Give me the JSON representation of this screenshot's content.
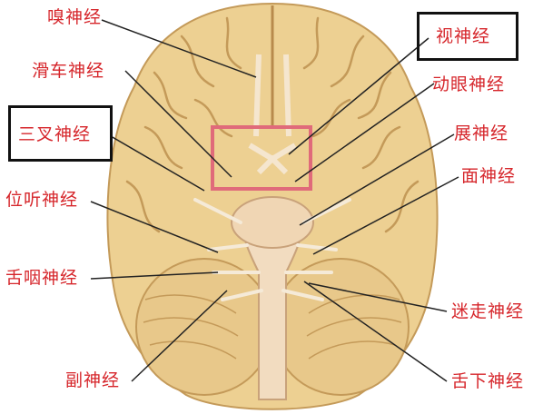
{
  "colors": {
    "label": "#d6262b",
    "leader_line": "#222222",
    "frame": "#111111",
    "highlight": "#e06a7a",
    "brain_fill": "#edd092",
    "brain_shadow": "#d8b877",
    "sulcus": "#c49a59",
    "cerebellum": "#e8c88a",
    "stem": "#f2dcc0"
  },
  "labels": {
    "olfactory": "嗅神经",
    "optic": "视神经",
    "trochlear": "滑车神经",
    "oculomotor": "动眼神经",
    "trigeminal": "三叉神经",
    "abducens": "展神经",
    "vestibulocochlear": "位听神经",
    "facial": "面神经",
    "glossopharyngeal": "舌咽神经",
    "vagus": "迷走神经",
    "accessory": "副神经",
    "hypoglossal": "舌下神经"
  }
}
